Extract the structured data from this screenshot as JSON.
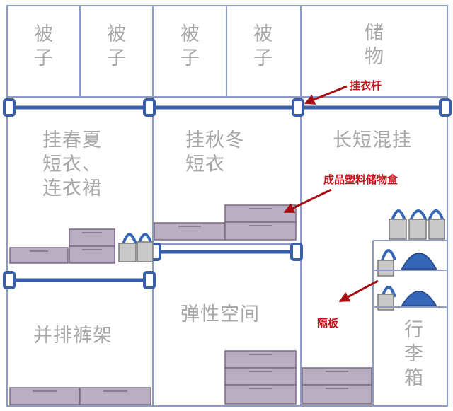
{
  "labels": {
    "quilt_1": "被子",
    "quilt_2": "被子",
    "quilt_3": "被子",
    "quilt_4": "被子",
    "storage": "储物",
    "hang_spring_summer": "挂春夏短衣、连衣裙",
    "hang_autumn_winter": "挂秋冬短衣",
    "long_short_mixed": "长短混挂",
    "pants_rack": "并排裤架",
    "flexible_space": "弹性空间",
    "luggage": "行李箱"
  },
  "annotations": {
    "hanging_rod": "挂衣杆",
    "plastic_box": "成品塑料储物盒",
    "shelf": "隔板"
  },
  "colors": {
    "panel_line": "#8f9bc7",
    "rod": "#3a5fa8",
    "box_fill": "#b9aec2",
    "box_stroke": "#7a6b82",
    "bag_fill": "#3567b8",
    "label_text": "#a7a7a7",
    "annotation_text": "#c8101a",
    "arrow": "#a80f12"
  }
}
